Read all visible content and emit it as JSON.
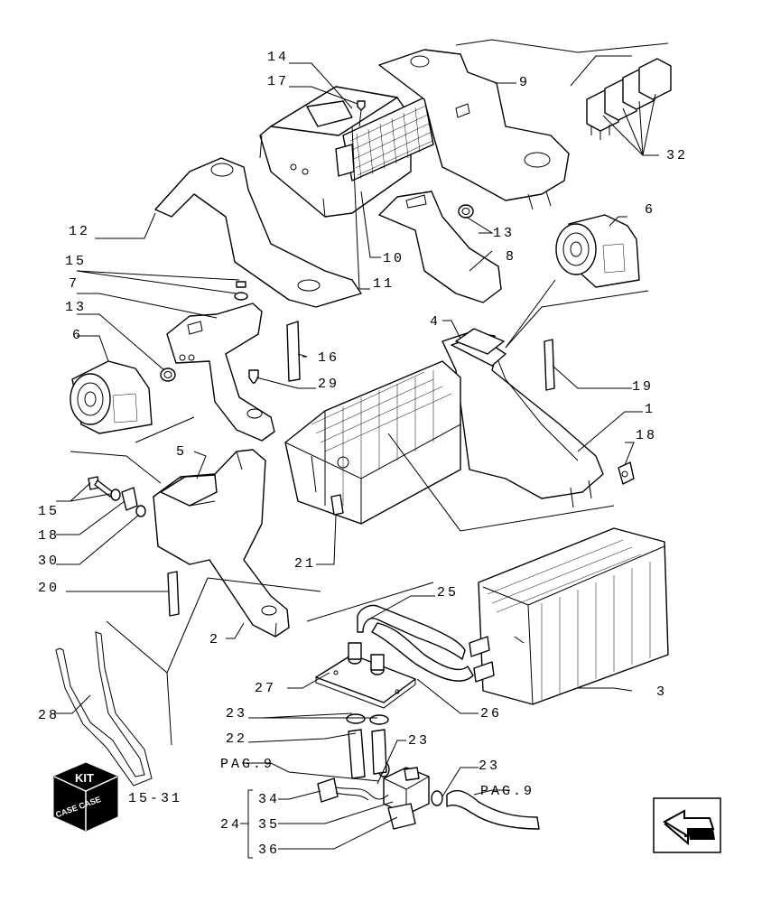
{
  "callouts": {
    "c14": "14",
    "c17": "17",
    "c9": "9",
    "c32": "32",
    "c12": "12",
    "c13a": "13",
    "c10": "10",
    "c11": "11",
    "c8": "8",
    "c6a": "6",
    "c15a": "15",
    "c7": "7",
    "c13b": "13",
    "c6b": "6",
    "c16": "16",
    "c29": "29",
    "c4": "4",
    "c19": "19",
    "c1": "1",
    "c18a": "18",
    "c5": "5",
    "c15b": "15",
    "c18b": "18",
    "c30": "30",
    "c21": "21",
    "c20": "20",
    "c25": "25",
    "c2": "2",
    "c27": "27",
    "c3": "3",
    "c23a": "23",
    "c26": "26",
    "c22": "22",
    "c23b": "23",
    "c23c": "23",
    "c28": "28",
    "c34": "34",
    "c35": "35",
    "c24": "24",
    "c36": "36"
  },
  "page_refs": {
    "pag_left": "PAG.9",
    "pag_right": "PAG.9"
  },
  "kit": {
    "label": "KIT",
    "brand": "CASE CASE",
    "ref": "15-31"
  },
  "nav": {
    "icon": "arrow-left-icon"
  }
}
